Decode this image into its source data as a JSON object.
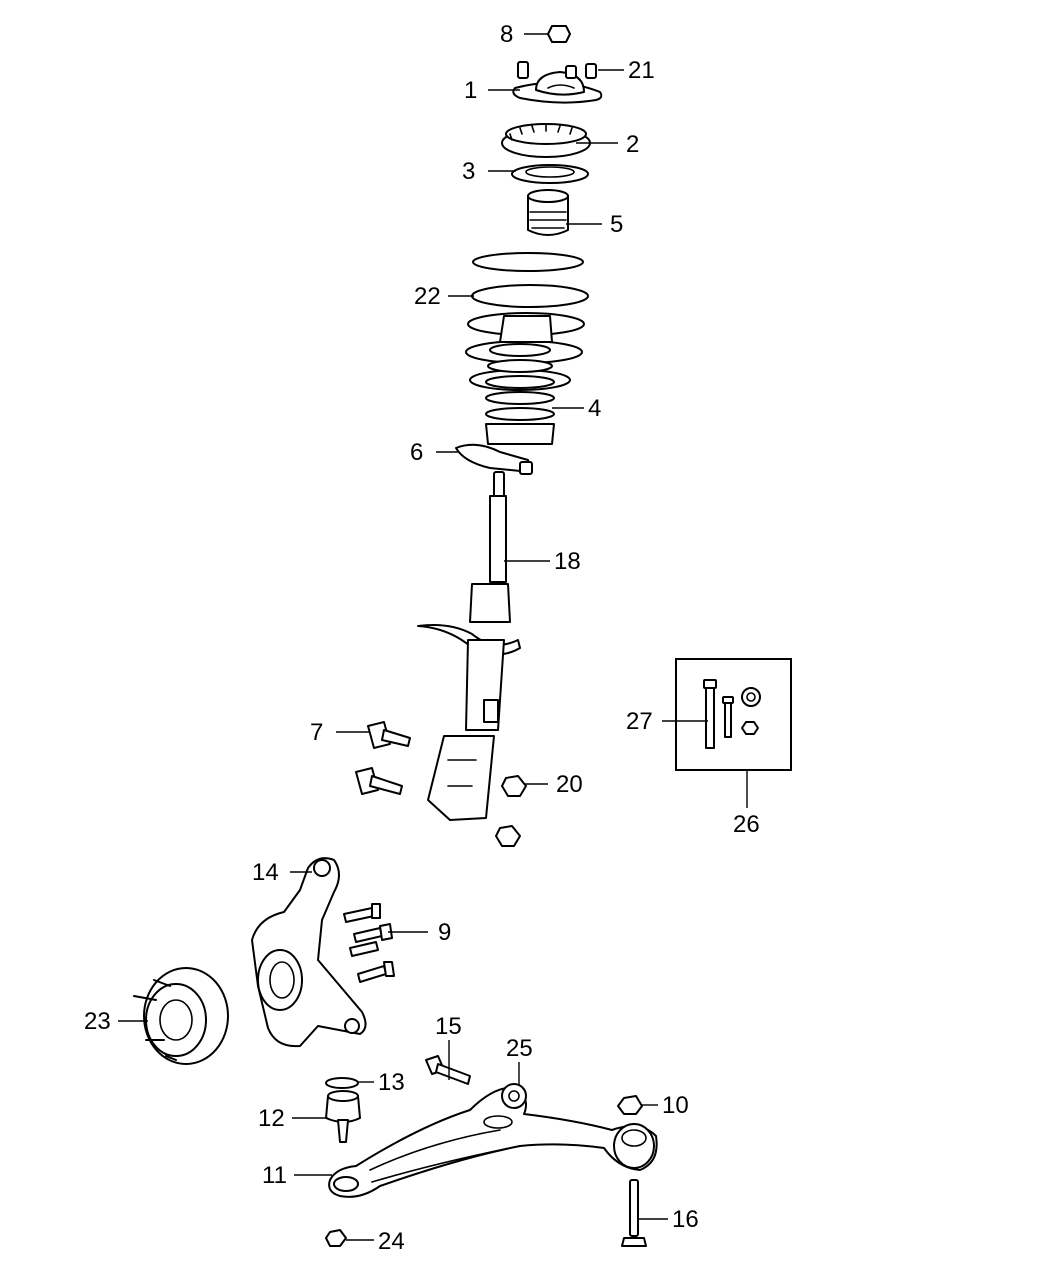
{
  "diagram": {
    "callouts": {
      "c1": "1",
      "c2": "2",
      "c3": "3",
      "c4": "4",
      "c5": "5",
      "c6": "6",
      "c7": "7",
      "c8": "8",
      "c9": "9",
      "c10": "10",
      "c11": "11",
      "c12": "12",
      "c13": "13",
      "c14": "14",
      "c15": "15",
      "c16": "16",
      "c18": "18",
      "c20": "20",
      "c21": "21",
      "c22": "22",
      "c23": "23",
      "c24": "24",
      "c25": "25",
      "c26": "26",
      "c27": "27"
    },
    "colors": {
      "line": "#000000",
      "background": "#ffffff"
    }
  }
}
